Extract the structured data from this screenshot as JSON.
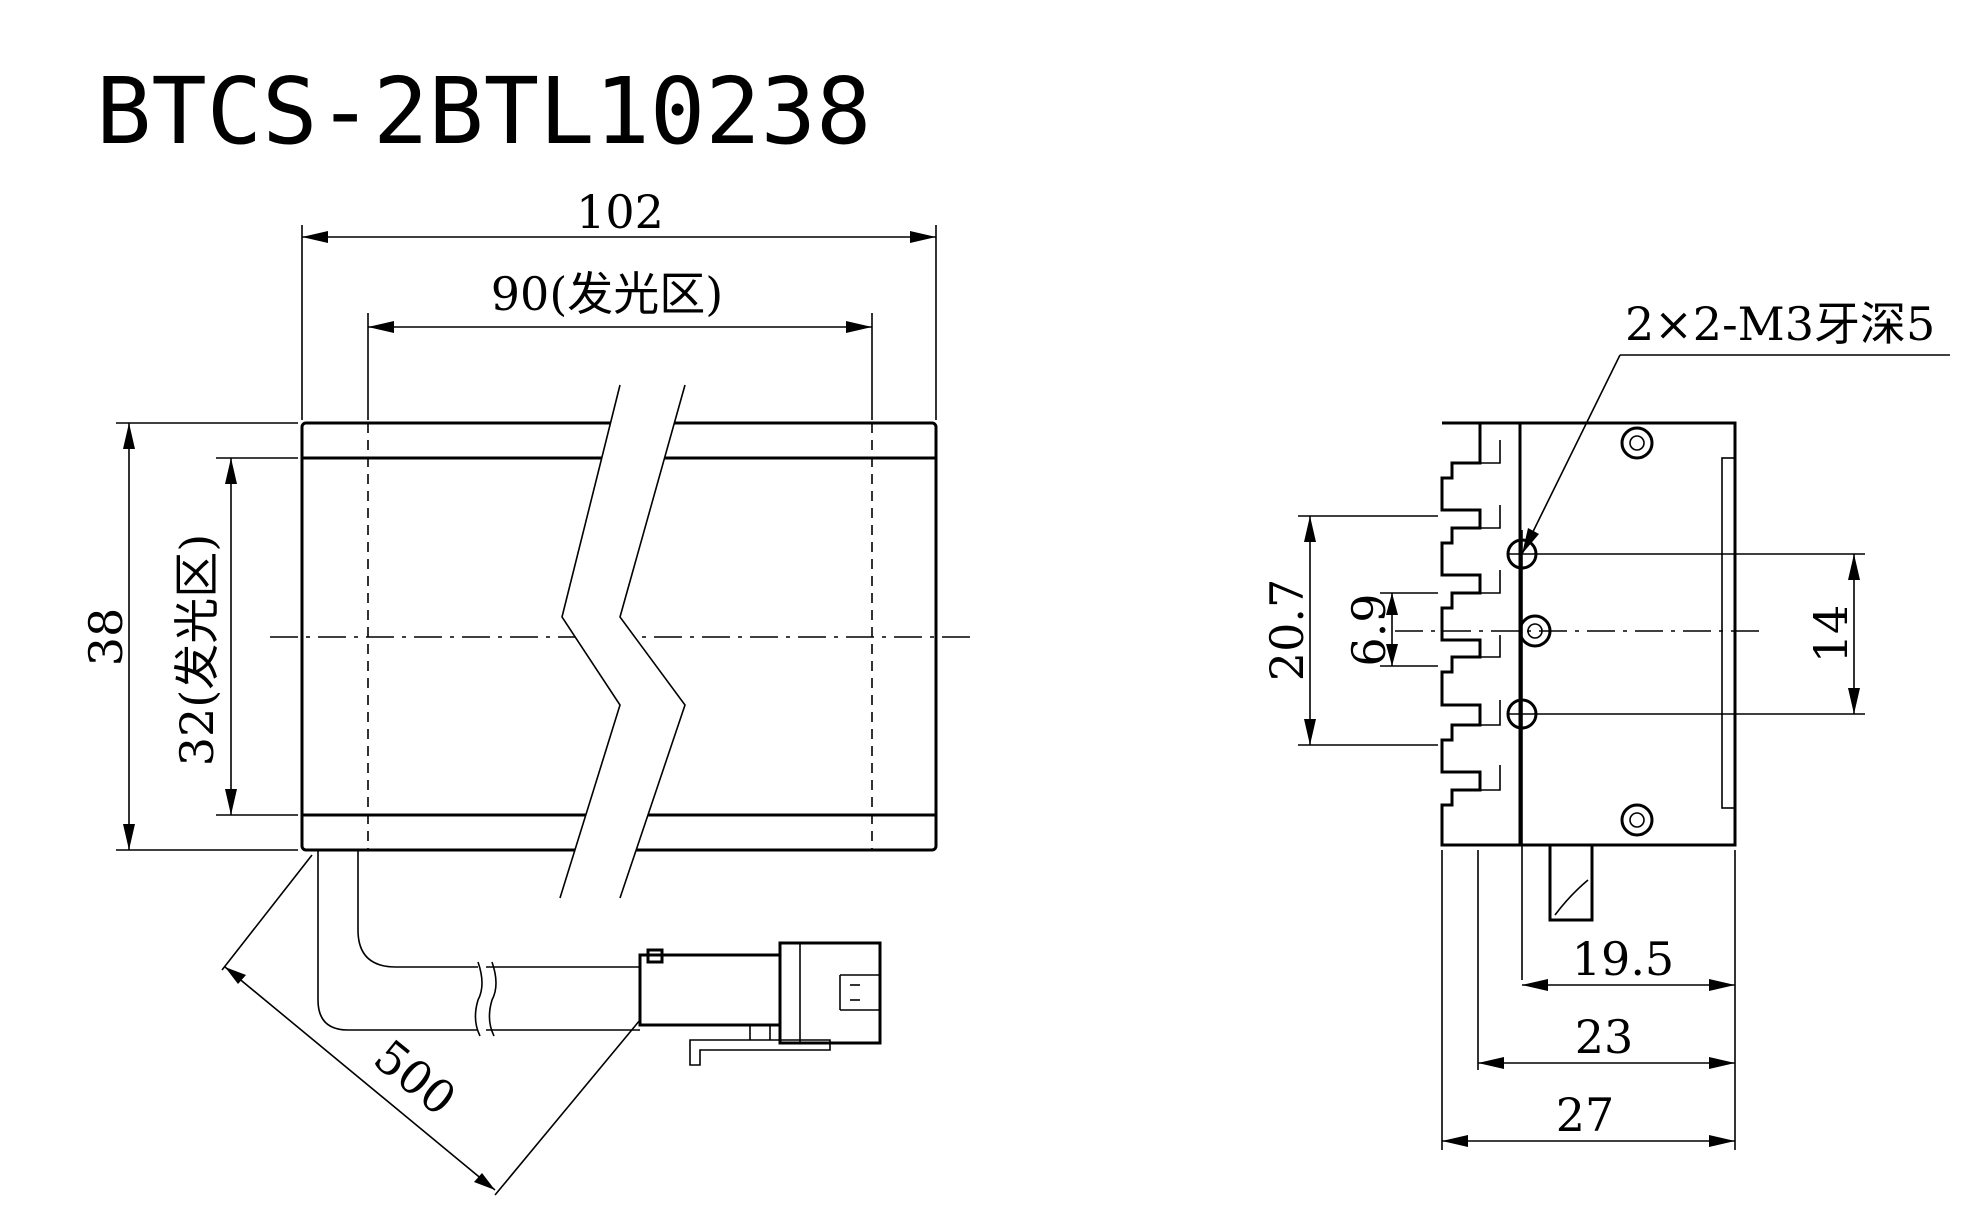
{
  "title": "BTCS-2BTL10238",
  "front_view": {
    "length_total": "102",
    "length_emitting": "90(发光区)",
    "height_total": "38",
    "height_emitting": "32(发光区)",
    "cable_length": "500"
  },
  "side_view": {
    "thread_note": "2×2-M3牙深5",
    "spacing_outer": "20.7",
    "spacing_inner": "6.9",
    "spacing_right": "14",
    "width_19_5": "19.5",
    "width_23": "23",
    "width_27": "27"
  }
}
